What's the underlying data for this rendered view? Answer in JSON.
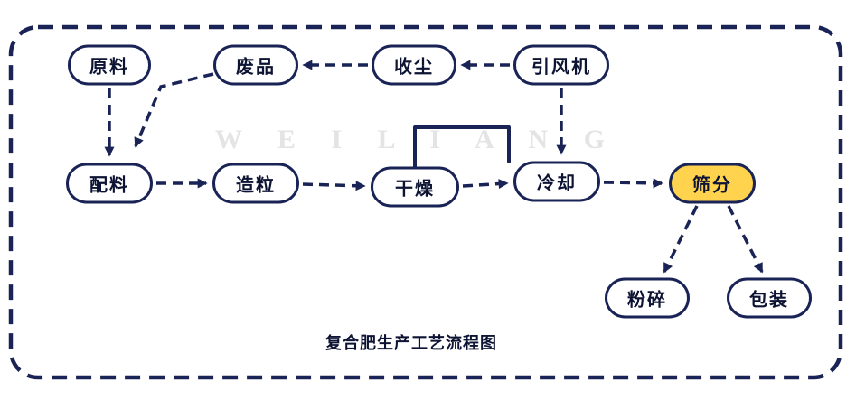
{
  "diagram": {
    "title": "复合肥生产工艺流程图",
    "watermark": "W E I L I A N G",
    "accent_color": "#1a2356",
    "highlight_color": "#ffd34d",
    "nodes": {
      "raw_material": {
        "label": "原料"
      },
      "waste": {
        "label": "废品"
      },
      "dust_collection": {
        "label": "收尘"
      },
      "draft_fan": {
        "label": "引风机"
      },
      "batching": {
        "label": "配料"
      },
      "granulation": {
        "label": "造粒"
      },
      "drying": {
        "label": "干燥"
      },
      "cooling": {
        "label": "冷却"
      },
      "screening": {
        "label": "筛分"
      },
      "crushing": {
        "label": "粉碎"
      },
      "packaging": {
        "label": "包装"
      }
    }
  }
}
